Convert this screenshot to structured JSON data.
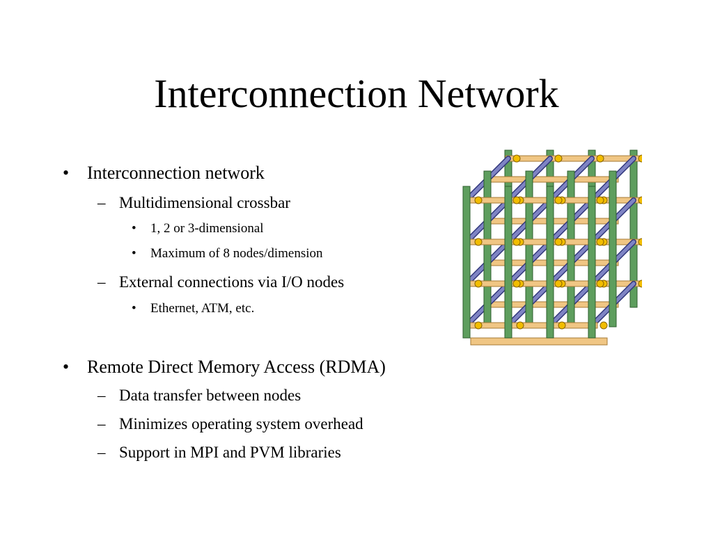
{
  "slide": {
    "title": "Interconnection Network",
    "bullet_glyph": "•",
    "dash_glyph": "–",
    "items": [
      {
        "level": 1,
        "text": "Interconnection network"
      },
      {
        "level": 2,
        "text": "Multidimensional crossbar"
      },
      {
        "level": 3,
        "text": "1, 2 or 3-dimensional"
      },
      {
        "level": 3,
        "text": "Maximum of 8 nodes/dimension"
      },
      {
        "level": 2,
        "text": "External connections via I/O nodes"
      },
      {
        "level": 3,
        "text": "Ethernet, ATM, etc."
      },
      {
        "level": 1,
        "text": "Remote Direct Memory Access (RDMA)"
      },
      {
        "level": 2,
        "text": "Data transfer between nodes"
      },
      {
        "level": 2,
        "text": "Minimizes operating system overhead"
      },
      {
        "level": 2,
        "text": "Support in MPI and PVM libraries"
      }
    ]
  },
  "graphic": {
    "icon": "crossbar-lattice-icon",
    "colors": {
      "background": "#ffffff",
      "text": "#000000",
      "column_fill": "#5e9e5e",
      "column_edge": "#2f5f2f",
      "row_fill": "#f0c684",
      "row_edge": "#a67a34",
      "depth_fill": "#7f84c4",
      "depth_edge": "#343a7e",
      "node_fill": "#f2bd00",
      "node_edge": "#8a6500"
    }
  }
}
